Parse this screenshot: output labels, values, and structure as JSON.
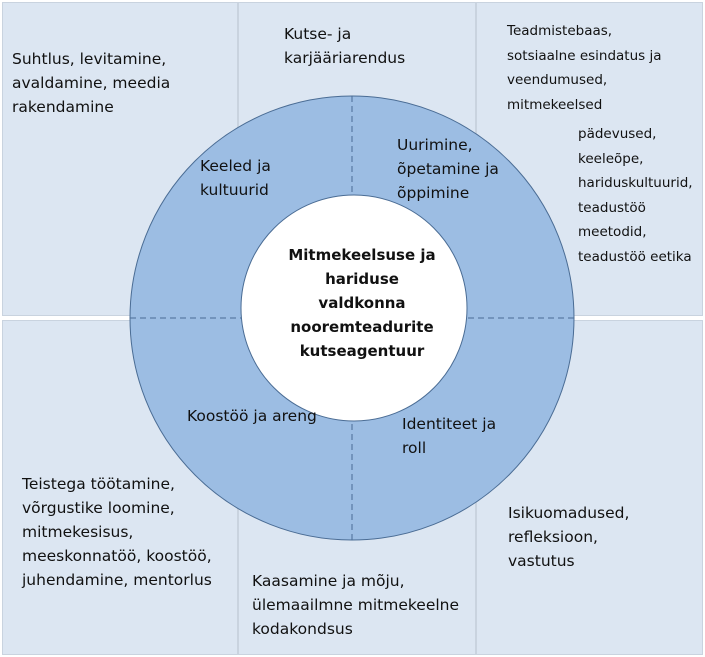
{
  "center": {
    "label": "Mitmekeelsuse ja\nhariduse\nvaldkonna\nnooremteadurite\nkutseagentuur"
  },
  "sectors": {
    "top_left": "Keeled ja\nkultuurid",
    "top_right": "Uurimine,\nõpetamine ja\nõppimine",
    "bottom_left": "Koostöö ja areng",
    "bottom_right": "Identiteet ja\nroll"
  },
  "cells": {
    "top_left": "Suhtlus, levitamine,\navaldamine, meedia\nrakendamine",
    "top_middle": "Kutse- ja\nkarjääriarendus",
    "top_right_a": "Teadmistebaas,\nsotsiaalne esindatus ja\nveendumused,\nmitmekeelsed",
    "top_right_b": "pädevused,\nkeeleõpe,\nhariduskultuurid,\nteadustöö\nmeetodid,\nteadustöö eetika",
    "bottom_left": "Teistega töötamine,\nvõrgustike loomine,\nmitmekesisus,\nmeeskonnatöö, koostöö,\njuhendamine, mentorlus",
    "bottom_middle": "Kaasamine ja mõju,\nülemaailmne mitmekeelne\nkodakondsus",
    "bottom_right": "Isikuomadused,\nrefleksioon,\nvastutus"
  },
  "colors": {
    "cell_fill": "#dce6f2",
    "ring_fill": "#9cbde3",
    "ring_stroke": "#4a6c94",
    "center_fill": "#ffffff"
  }
}
